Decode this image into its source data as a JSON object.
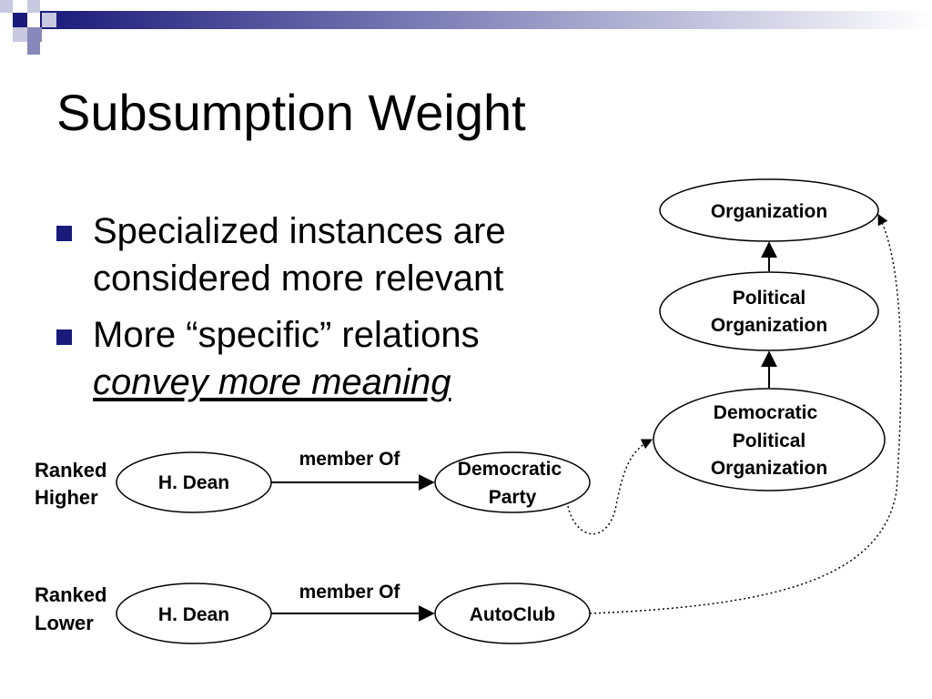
{
  "slide": {
    "title": "Subsumption Weight",
    "bullets": [
      {
        "text": "Specialized instances are considered more relevant"
      },
      {
        "text_plain": "More “specific” relations",
        "text_emph": "convey more meaning"
      }
    ]
  },
  "diagram": {
    "hierarchy": {
      "organization": [
        "Organization"
      ],
      "political_organization": [
        "Political",
        "Organization"
      ],
      "democratic_political_organization": [
        "Democratic",
        "Political",
        "Organization"
      ]
    },
    "rows": [
      {
        "rank_label": [
          "Ranked",
          "Higher"
        ],
        "subject": "H. Dean",
        "relation": "member Of",
        "object": [
          "Democratic",
          "Party"
        ]
      },
      {
        "rank_label": [
          "Ranked",
          "Lower"
        ],
        "subject": "H. Dean",
        "relation": "member Of",
        "object": [
          "AutoClub"
        ]
      }
    ]
  },
  "colors": {
    "bullet_marker": "#1a1a7a",
    "header_dark": "#1a1a7a",
    "header_mid": "#8888bb",
    "header_light": "#c8c8e0"
  }
}
